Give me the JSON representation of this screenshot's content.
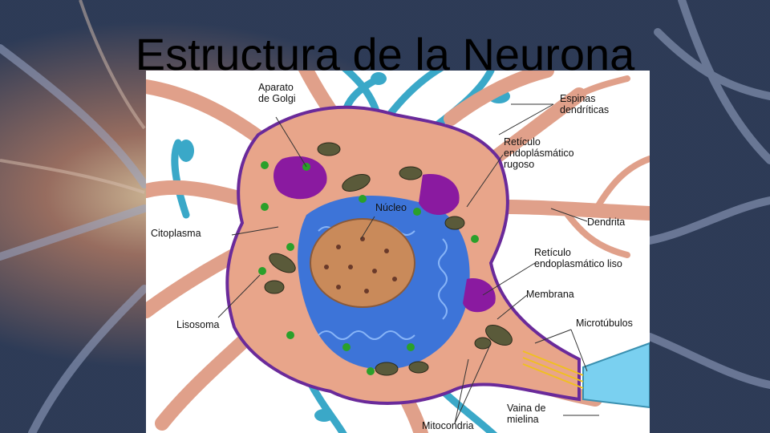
{
  "slide": {
    "title": "Estructura de la Neurona"
  },
  "diagram": {
    "labels": {
      "golgi": "Aparato\nde Golgi",
      "espinas": "Espinas\ndendríticas",
      "reticulo_rugoso": "Retículo\nendoplásmático\nrugoso",
      "nucleo": "Núcleo",
      "citoplasma": "Citoplasma",
      "dendrita": "Dendrita",
      "reticulo_liso": "Retículo\nendoplasmático liso",
      "membrana": "Membrana",
      "lisosoma": "Lisosoma",
      "microtubulos": "Microtúbulos",
      "vaina": "Vaina de\nmielina",
      "mitocondria": "Mitocondria"
    }
  },
  "colors": {
    "cell_body": "#e8a58a",
    "membrane": "#6a2a9a",
    "nucleus": "#c98a5a",
    "reticulum": "#2a6fe0",
    "golgi": "#8a1aa0",
    "mitochondria": "#5a5a3a",
    "lysosome": "#2aa02a",
    "myelin": "#7ad0f0",
    "background_dendrites": "#3aa8c8"
  }
}
